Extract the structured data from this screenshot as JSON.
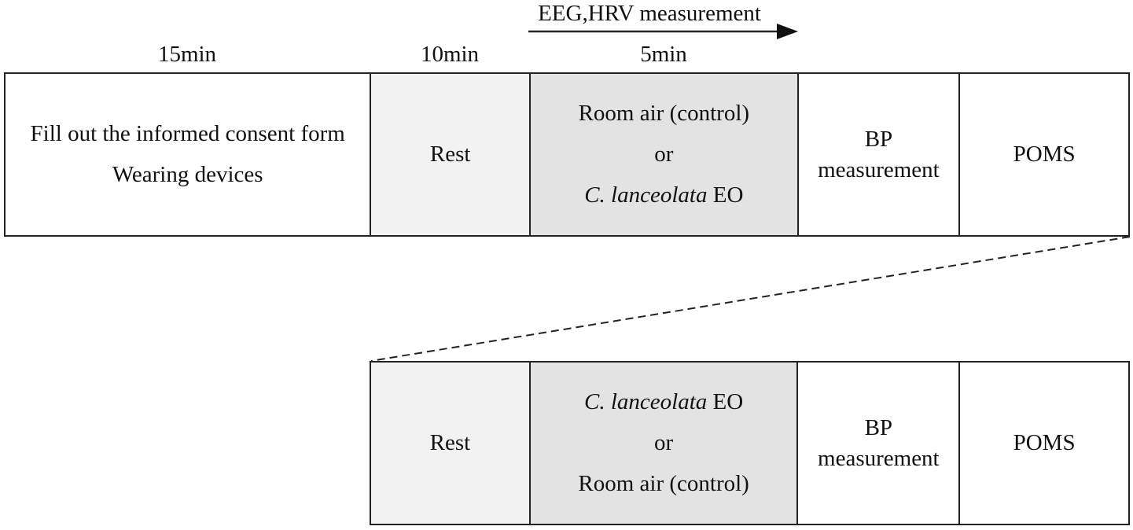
{
  "timeline": {
    "measurement_label": "EEG,HRV measurement",
    "durations": {
      "consent": "15min",
      "rest": "10min",
      "exposure": "5min"
    }
  },
  "session1": {
    "consent_line1": "Fill out the informed consent form",
    "consent_line2": "Wearing devices",
    "rest": "Rest",
    "exposure_line1": "Room air (control)",
    "exposure_or": "or",
    "exposure_line3_italic": "C. lanceolata",
    "exposure_line3_suffix": " EO",
    "bp_line1": "BP",
    "bp_line2": "measurement",
    "poms": "POMS"
  },
  "session2": {
    "rest": "Rest",
    "exposure_line1_italic": "C. lanceolata",
    "exposure_line1_suffix": " EO",
    "exposure_or": "or",
    "exposure_line3": "Room air (control)",
    "bp_line1": "BP",
    "bp_line2": "measurement",
    "poms": "POMS"
  },
  "colors": {
    "line": "#222222",
    "rest_fill": "#f2f2f2",
    "exposure_fill": "#e3e3e3"
  }
}
